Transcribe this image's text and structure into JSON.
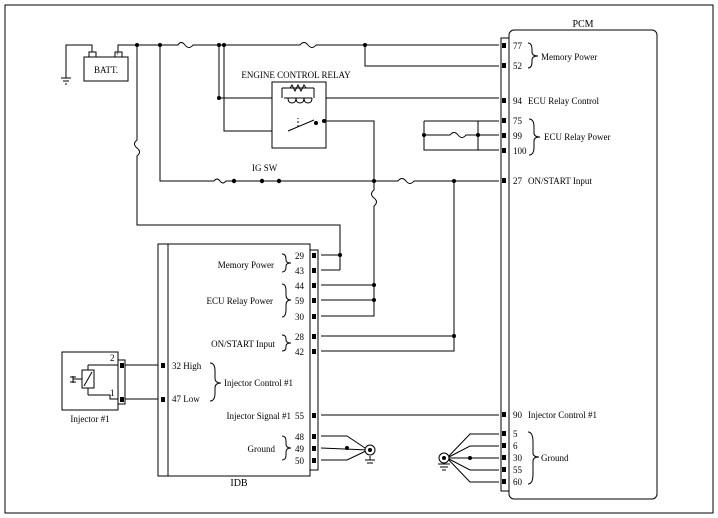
{
  "components": {
    "pcm": {
      "label": "PCM"
    },
    "battery": {
      "label": "BATT."
    },
    "relay": {
      "label": "ENGINE CONTROL RELAY"
    },
    "ig_switch": {
      "label": "IG SW"
    },
    "idb": {
      "label": "IDB"
    },
    "injector": {
      "label": "Injector #1"
    }
  },
  "pcm_pins": [
    {
      "pin": "77",
      "label": ""
    },
    {
      "pin": "52",
      "label": ""
    },
    {
      "pin": "94",
      "label": "ECU Relay Control"
    },
    {
      "pin": "75",
      "label": ""
    },
    {
      "pin": "99",
      "label": ""
    },
    {
      "pin": "100",
      "label": ""
    },
    {
      "pin": "27",
      "label": "ON/START Input"
    },
    {
      "pin": "90",
      "label": "Injector Control  #1"
    },
    {
      "pin": "5",
      "label": ""
    },
    {
      "pin": "6",
      "label": ""
    },
    {
      "pin": "30",
      "label": ""
    },
    {
      "pin": "55",
      "label": ""
    },
    {
      "pin": "60",
      "label": ""
    }
  ],
  "pcm_groups": {
    "memory_power": "Memory Power",
    "ecu_relay_power": "ECU Relay Power",
    "ground": "Ground"
  },
  "idb_pins": [
    {
      "pin": "29"
    },
    {
      "pin": "43"
    },
    {
      "pin": "44"
    },
    {
      "pin": "59"
    },
    {
      "pin": "30"
    },
    {
      "pin": "28"
    },
    {
      "pin": "42"
    },
    {
      "pin": "55"
    },
    {
      "pin": "48"
    },
    {
      "pin": "49"
    },
    {
      "pin": "50"
    }
  ],
  "idb_labels": {
    "memory_power": "Memory Power",
    "ecu_relay_power": "ECU Relay Power",
    "on_start_input": "ON/START Input",
    "injector_signal": "Injector Signal  #1",
    "ground": "Ground",
    "injector_control": "Injector Control #1",
    "pin_high": "32  High",
    "pin_low": "47  Low"
  },
  "injector_pins": [
    {
      "pin": "2"
    },
    {
      "pin": "1"
    }
  ]
}
